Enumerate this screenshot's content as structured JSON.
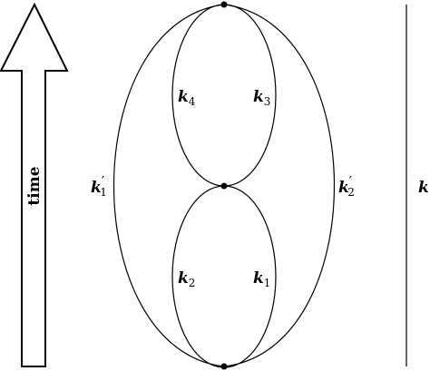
{
  "arrow": {
    "label": "time"
  },
  "labels": {
    "k4": {
      "base": "k",
      "sub": "4",
      "prime": ""
    },
    "k3": {
      "base": "k",
      "sub": "3",
      "prime": ""
    },
    "k2": {
      "base": "k",
      "sub": "2",
      "prime": ""
    },
    "k1": {
      "base": "k",
      "sub": "1",
      "prime": ""
    },
    "k1p": {
      "base": "k",
      "sub": "1",
      "prime": "′"
    },
    "k2p": {
      "base": "k",
      "sub": "2",
      "prime": "′"
    },
    "kright": {
      "base": "k",
      "sub": "",
      "prime": ""
    }
  },
  "colors": {
    "stroke": "#000000",
    "background": "#ffffff"
  }
}
